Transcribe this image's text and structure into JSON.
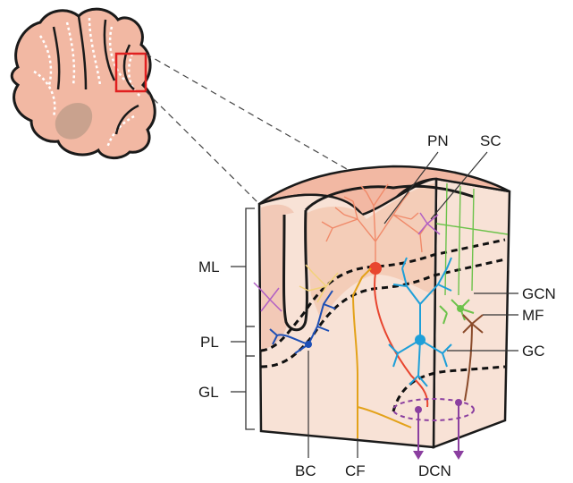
{
  "labels": {
    "ml": "ML",
    "pl": "PL",
    "gl": "GL",
    "pn": "PN",
    "sc": "SC",
    "gcn": "GCN",
    "mf": "MF",
    "gc": "GC",
    "bc": "BC",
    "cf": "CF",
    "dcn": "DCN"
  },
  "colors": {
    "tissue": "#f2b8a3",
    "tissue_light": "#f8e2d6",
    "tissue_dark": "#e89a82",
    "white_matter": "#c9a28e",
    "highlight_box": "#e02020",
    "purkinje": "#e8452f",
    "purkinje_dendrite": "#f08a6a",
    "basket_cell": "#1e4fb5",
    "golgi_cell": "#1e9fd8",
    "granule_cell": "#6cc24a",
    "stellate_cell": "#b15fc4",
    "climbing_fiber": "#e3a21a",
    "mossy_fiber": "#8a4a2a",
    "dcn_axon": "#8b3fa0",
    "yellow_cell": "#f2d27a"
  }
}
